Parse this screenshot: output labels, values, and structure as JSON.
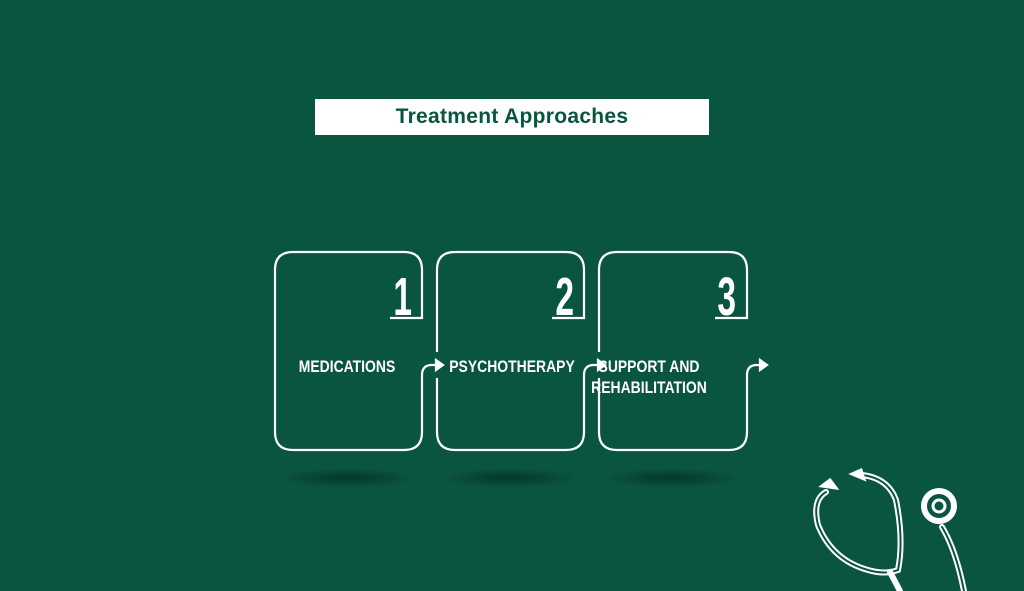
{
  "title": "Treatment Approaches",
  "steps": [
    {
      "number": "1",
      "label": "MEDICATIONS"
    },
    {
      "number": "2",
      "label": "PSYCHOTHERAPY"
    },
    {
      "number": "3",
      "label": "SUPPORT AND REHABILITATION"
    }
  ],
  "colors": {
    "background": "#0a5540",
    "foreground": "#ffffff"
  },
  "icons": [
    "stethoscope-icon"
  ]
}
